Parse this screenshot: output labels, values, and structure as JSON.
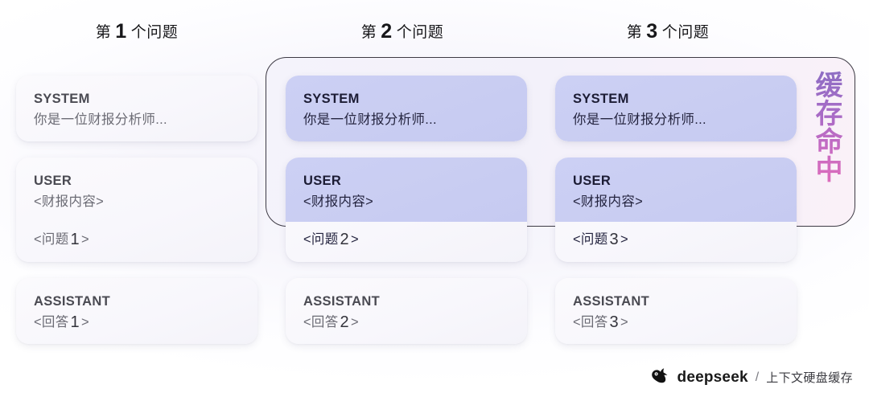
{
  "headers": [
    {
      "prefix": "第",
      "num": "1",
      "suffix": "个问题"
    },
    {
      "prefix": "第",
      "num": "2",
      "suffix": "个问题"
    },
    {
      "prefix": "第",
      "num": "3",
      "suffix": "个问题"
    }
  ],
  "cache_hit": {
    "label": "缓存命中",
    "border_color": "#3d3a44",
    "gradient_from": "#8e6ec4",
    "gradient_to": "#dd6dbb"
  },
  "colors": {
    "cached_card": "#c9cdf2",
    "plain_card": "#f7f6fb",
    "background": "#fbfaff"
  },
  "columns": [
    {
      "system": {
        "role": "SYSTEM",
        "text": "你是一位财报分析师...",
        "cached": false
      },
      "user": {
        "role": "USER",
        "text": "<财报内容>",
        "question_prefix": "<问题",
        "question_num": "1",
        "question_suffix": ">",
        "cached": false
      },
      "assistant": {
        "role": "ASSISTANT",
        "answer_prefix": "<回答",
        "answer_num": "1",
        "answer_suffix": ">",
        "cached": false
      }
    },
    {
      "system": {
        "role": "SYSTEM",
        "text": "你是一位财报分析师...",
        "cached": true
      },
      "user": {
        "role": "USER",
        "text": "<财报内容>",
        "question_prefix": "<问题",
        "question_num": "2",
        "question_suffix": ">",
        "cached": true
      },
      "assistant": {
        "role": "ASSISTANT",
        "answer_prefix": "<回答",
        "answer_num": "2",
        "answer_suffix": ">",
        "cached": false
      }
    },
    {
      "system": {
        "role": "SYSTEM",
        "text": "你是一位财报分析师...",
        "cached": true
      },
      "user": {
        "role": "USER",
        "text": "<财报内容>",
        "question_prefix": "<问题",
        "question_num": "3",
        "question_suffix": ">",
        "cached": true
      },
      "assistant": {
        "role": "ASSISTANT",
        "answer_prefix": "<回答",
        "answer_num": "3",
        "answer_suffix": ">",
        "cached": false
      }
    }
  ],
  "brand": {
    "logo": "whale-icon",
    "name": "deepseek",
    "separator": "/",
    "tagline": "上下文硬盘缓存"
  }
}
